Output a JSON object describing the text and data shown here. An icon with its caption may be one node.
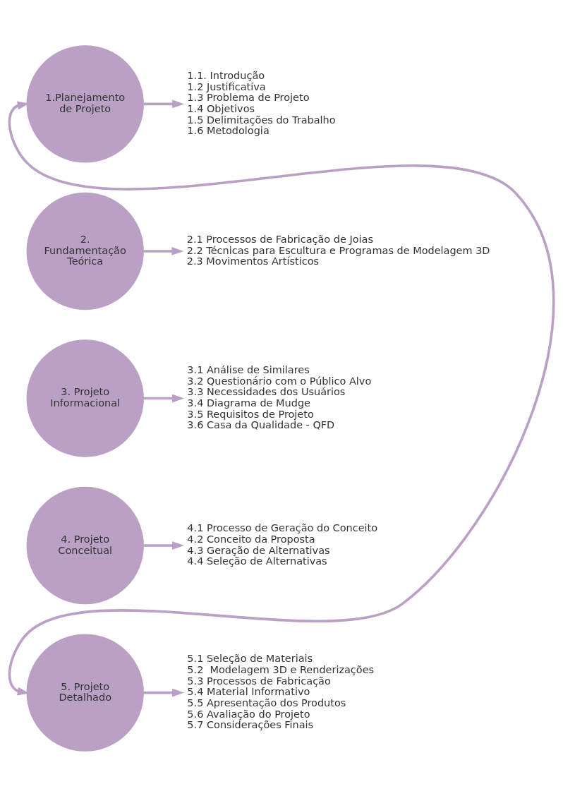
{
  "diagram": {
    "nodes": [
      {
        "text": [
          "1.Planejamento de Projeto"
        ]
      },
      {
        "text": [
          "1.1. Introdução",
          "1.2 Justificativa",
          "1.3 Problema de Projeto",
          "1.4 Objetivos",
          "1.5 Delimitações do Trabalho",
          "1.6 Metodologia"
        ]
      },
      {
        "text": [
          "2. Fundamentação Teórica"
        ]
      },
      {
        "text": [
          "2.1 Processos de Fabricação de Joias",
          "2.2 Técnicas para Escultura e Programas de Modelagem 3D",
          "2.3 Movimentos Artísticos"
        ]
      },
      {
        "text": [
          "3. Projeto Informacional"
        ]
      },
      {
        "text": [
          "3.1 Análise de Similares",
          "3.2 Questionário com o Público Alvo",
          "3.3 Necessidades dos Usuários",
          "3.4 Diagrama de Mudge",
          "3.5 Requisitos de Projeto",
          "3.6 Casa da Qualidade - QFD"
        ]
      },
      {
        "text": [
          "4. Projeto Conceitual"
        ]
      },
      {
        "text": [
          "4.1 Processo de Geração do Conceito",
          "4.2 Conceito da Proposta",
          "4.3 Geração de Alternativas",
          "4.4 Seleção de Alternativas"
        ]
      },
      {
        "text": [
          "5. Projeto Detalhado"
        ]
      },
      {
        "text": [
          "5.1 Seleção de Materiais",
          "5.2  Modelagem 3D e Renderizações",
          "5.3 Processos de Fabricação",
          "5.4 Material Informativo",
          "5.5 Apresentação dos Produtos",
          "5.6 Avaliação do Projeto",
          "5.7 Considerações Finais"
        ]
      }
    ],
    "edges": [
      {
        "from": 0,
        "to": 1,
        "arrow": "to"
      },
      {
        "from": 2,
        "to": 3,
        "arrow": "to"
      },
      {
        "from": 4,
        "to": 5,
        "arrow": "to"
      },
      {
        "from": 6,
        "to": 7,
        "arrow": "to"
      },
      {
        "from": 8,
        "to": 9,
        "arrow": "to"
      },
      {
        "from": 0,
        "to": 8,
        "arrow": "both"
      }
    ]
  }
}
